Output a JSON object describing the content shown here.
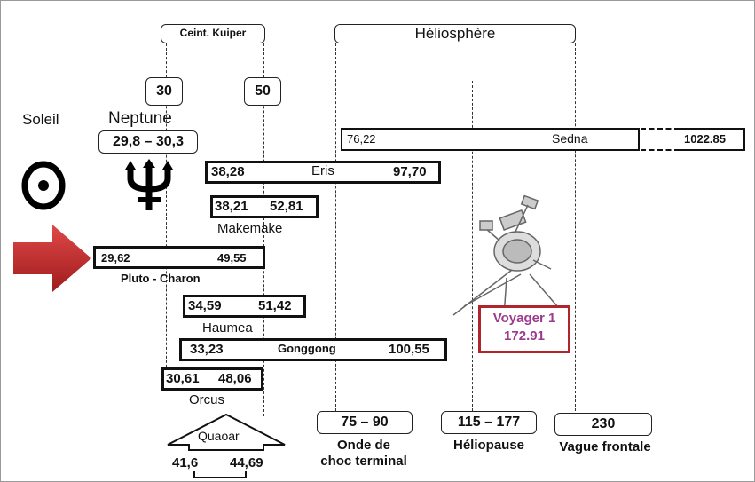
{
  "header": {
    "kuiper_belt": "Ceint. Kuiper",
    "heliosphere": "Héliosphère"
  },
  "markers": {
    "au30": "30",
    "au50": "50"
  },
  "sun": {
    "label": "Soleil",
    "icon": "sun-symbol-icon"
  },
  "neptune": {
    "label": "Neptune",
    "range": "29,8 – 30,3",
    "icon": "neptune-trident-icon"
  },
  "objects": {
    "sedna": {
      "name": "Sedna",
      "min": "76,22",
      "max": "1022.85"
    },
    "eris": {
      "name": "Eris",
      "min": "38,28",
      "max": "97,70"
    },
    "makemake": {
      "name": "Makemake",
      "min": "38,21",
      "max": "52,81"
    },
    "pluto": {
      "name": "Pluto - Charon",
      "min": "29,62",
      "max": "49,55"
    },
    "haumea": {
      "name": "Haumea",
      "min": "34,59",
      "max": "51,42"
    },
    "gonggong": {
      "name": "Gonggong",
      "min": "33,23",
      "max": "100,55"
    },
    "orcus": {
      "name": "Orcus",
      "min": "30,61",
      "max": "48,06"
    },
    "quaoar": {
      "name": "Quaoar",
      "min": "41,6",
      "max": "44,69"
    }
  },
  "voyager": {
    "name": "Voyager 1",
    "distance": "172.91",
    "color": "#9b3a8e",
    "border": "#b0242c",
    "icon": "voyager-probe-icon"
  },
  "boundaries": {
    "termination_shock": {
      "range": "75 – 90",
      "label_line1": "Onde de",
      "label_line2": "choc terminal"
    },
    "heliopause": {
      "range": "115 – 177",
      "label": "Héliopause"
    },
    "bow_wave": {
      "range": "230",
      "label": "Vague frontale"
    }
  },
  "highlight_arrow": {
    "icon": "red-arrow-icon",
    "color": "#c62828"
  }
}
